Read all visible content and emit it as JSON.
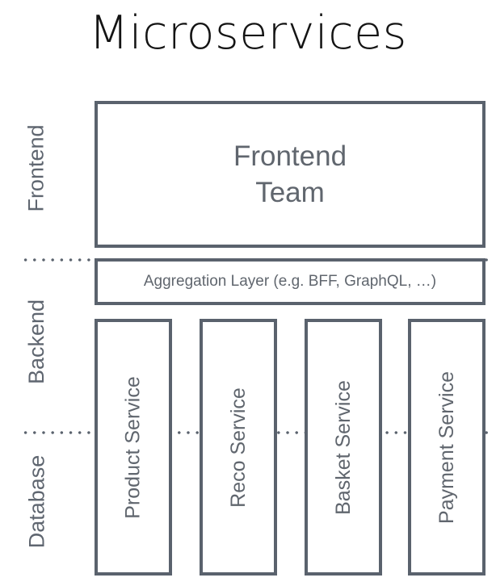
{
  "title": "Microservices",
  "lanes": [
    {
      "label": "Frontend"
    },
    {
      "label": "Backend"
    },
    {
      "label": "Database"
    }
  ],
  "frontend_box": {
    "label": "Frontend\nTeam"
  },
  "aggregation_box": {
    "label": "Aggregation Layer (e.g. BFF, GraphQL, …)"
  },
  "services": [
    {
      "label": "Product Service"
    },
    {
      "label": "Reco Service"
    },
    {
      "label": "Basket Service"
    },
    {
      "label": "Payment Service"
    }
  ],
  "colors": {
    "title_text": "#141414",
    "box_border": "#5a626d",
    "box_text": "#60666e",
    "divider": "#5a626d",
    "background": "#ffffff"
  }
}
